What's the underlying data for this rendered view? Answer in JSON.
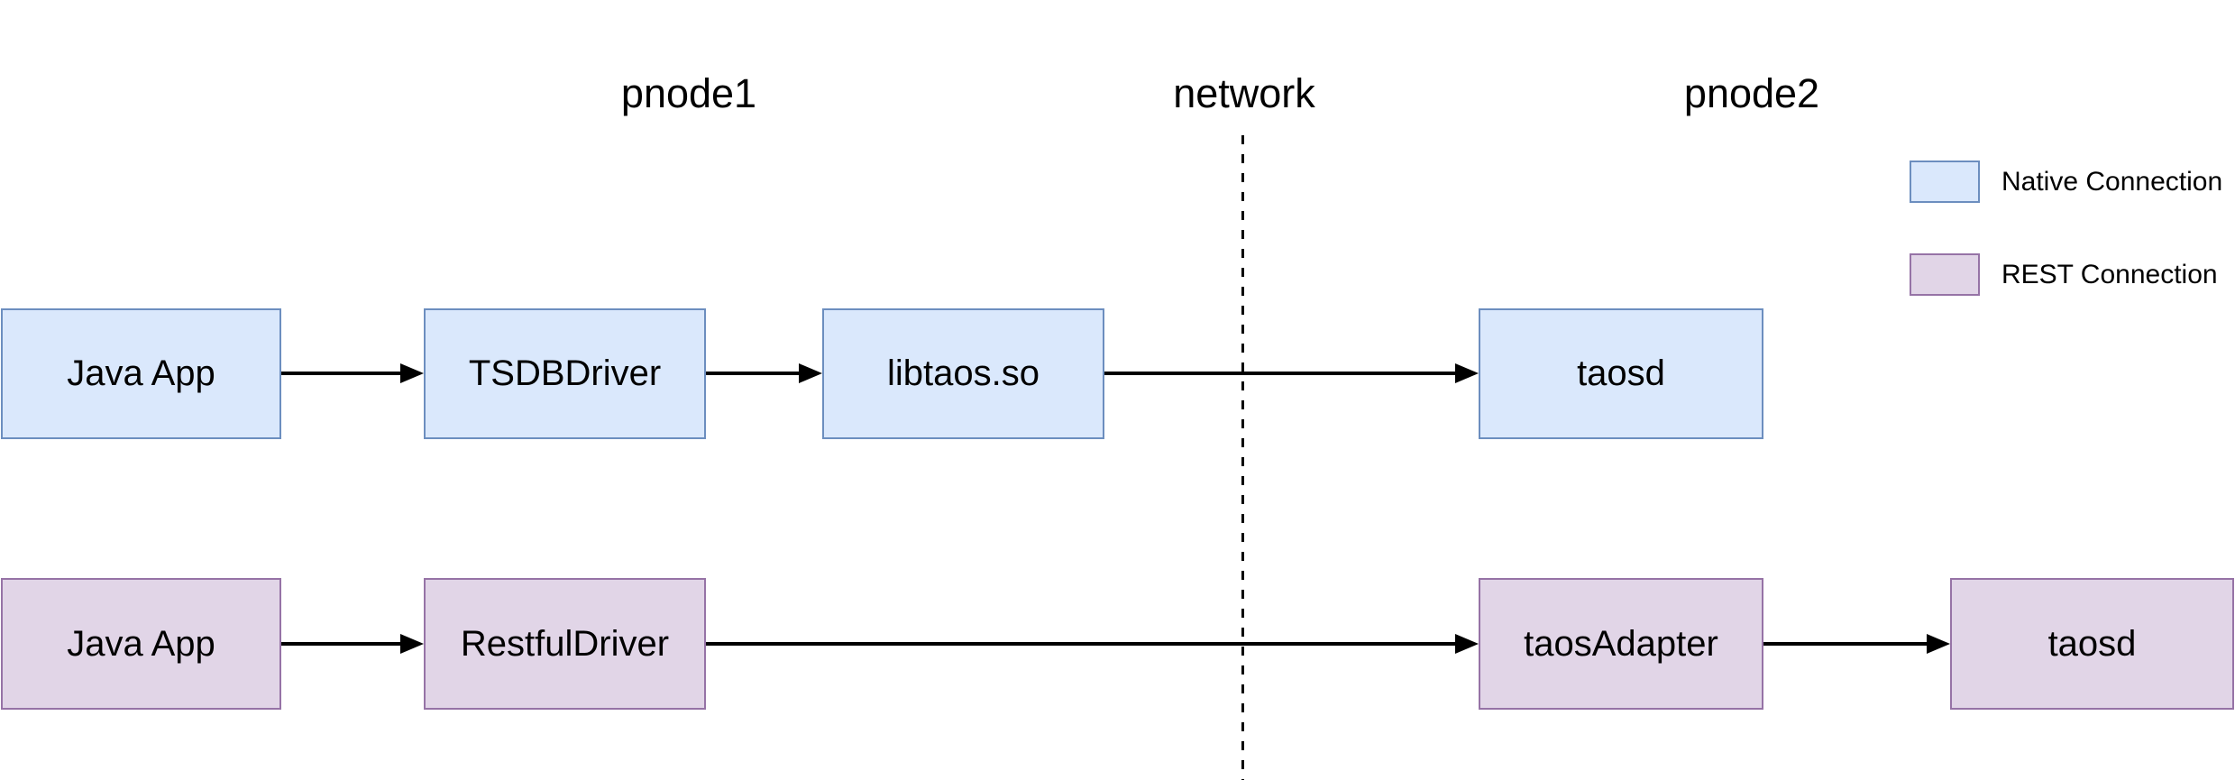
{
  "header": {
    "zones": [
      {
        "label": "pnode1"
      },
      {
        "label": "network"
      },
      {
        "label": "pnode2"
      }
    ]
  },
  "legend": {
    "items": [
      {
        "label": "Native Connection",
        "fill": "#dae8fc",
        "border": "#6c8ebf"
      },
      {
        "label": "REST Connection",
        "fill": "#e1d5e7",
        "border": "#9673a6"
      }
    ]
  },
  "flows": {
    "native": {
      "name": "Native Connection",
      "nodes": [
        {
          "label": "Java App"
        },
        {
          "label": "TSDBDriver"
        },
        {
          "label": "libtaos.so"
        },
        {
          "label": "taosd"
        }
      ]
    },
    "rest": {
      "name": "REST Connection",
      "nodes": [
        {
          "label": "Java App"
        },
        {
          "label": "RestfulDriver"
        },
        {
          "label": "taosAdapter"
        },
        {
          "label": "taosd"
        }
      ]
    }
  },
  "connections": [
    {
      "from": "Java App",
      "to": "TSDBDriver",
      "flow": "native"
    },
    {
      "from": "TSDBDriver",
      "to": "libtaos.so",
      "flow": "native"
    },
    {
      "from": "libtaos.so",
      "to": "taosd",
      "flow": "native"
    },
    {
      "from": "Java App",
      "to": "RestfulDriver",
      "flow": "rest"
    },
    {
      "from": "RestfulDriver",
      "to": "taosAdapter",
      "flow": "rest"
    },
    {
      "from": "taosAdapter",
      "to": "taosd",
      "flow": "rest"
    }
  ],
  "colors": {
    "native_fill": "#dae8fc",
    "native_border": "#6c8ebf",
    "rest_fill": "#e1d5e7",
    "rest_border": "#9673a6",
    "arrow": "#000000",
    "divider": "#000000"
  }
}
